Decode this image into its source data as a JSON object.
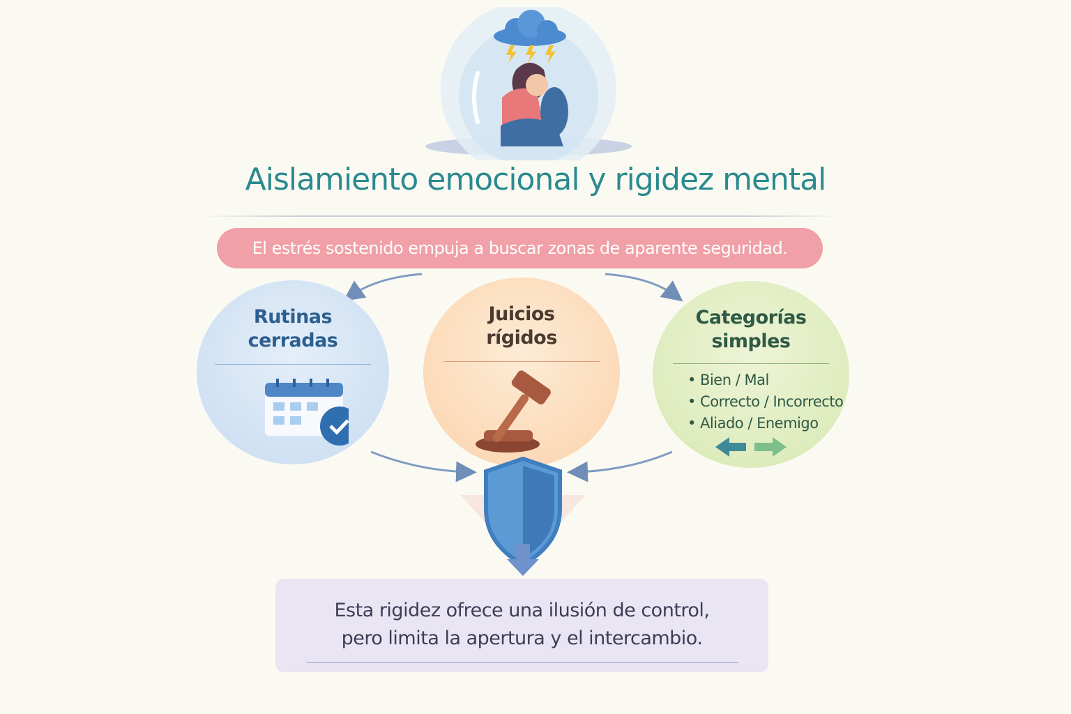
{
  "title": "Aislamiento emocional y rigidez mental",
  "banner": "El estrés sostenido empuja a buscar zonas de aparente seguridad.",
  "circles": [
    {
      "title_line1": "Rutinas",
      "title_line2": "cerradas",
      "icon": "calendar-check-icon",
      "color": "#2d5f8f"
    },
    {
      "title_line1": "Juicios",
      "title_line2": "rígidos",
      "icon": "gavel-icon",
      "color": "#4a3a30"
    },
    {
      "title_line1": "Categorías",
      "title_line2": "simples",
      "icon": "left-right-arrows-icon",
      "color": "#2e5a46",
      "bullets": [
        "• Bien / Mal",
        "• Correcto / Incorrecto",
        "• Aliado / Enemigo"
      ]
    }
  ],
  "conclusion": {
    "line1": "Esta rigidez ofrece una ilusión de control,",
    "line2": "pero limita la apertura y el intercambio."
  },
  "colors": {
    "title": "#2b8a90",
    "banner": "#f0a0a6",
    "shield": "#4f8fc8"
  }
}
